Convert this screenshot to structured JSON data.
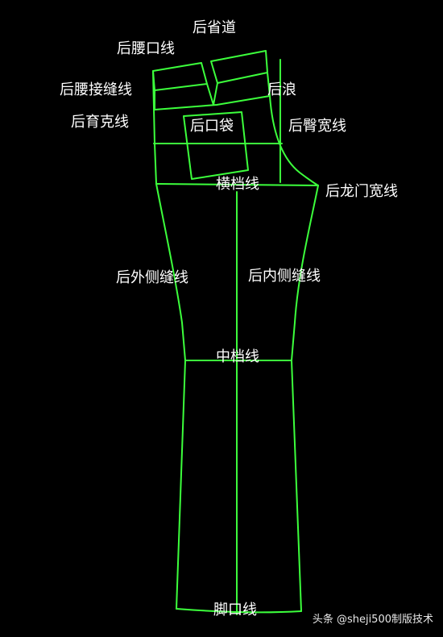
{
  "diagram": {
    "line_color": "#3cff3c",
    "background": "#000000",
    "label_color": "#ffffff",
    "labels": {
      "back_dart": "后省道",
      "back_waistband_line": "后腰口线",
      "back_waist_seam_line": "后腰接缝线",
      "back_yoke_line": "后育克线",
      "back_crotch": "后浪",
      "back_pocket": "后口袋",
      "back_seat_line": "后臀宽线",
      "crotch_line": "横档线",
      "back_fly_line": "后龙门宽线",
      "back_outseam": "后外侧缝线",
      "back_inseam": "后内侧缝线",
      "knee_line": "中档线",
      "hem_line": "脚口线"
    }
  },
  "watermark": "头条 @sheji500制版技术"
}
